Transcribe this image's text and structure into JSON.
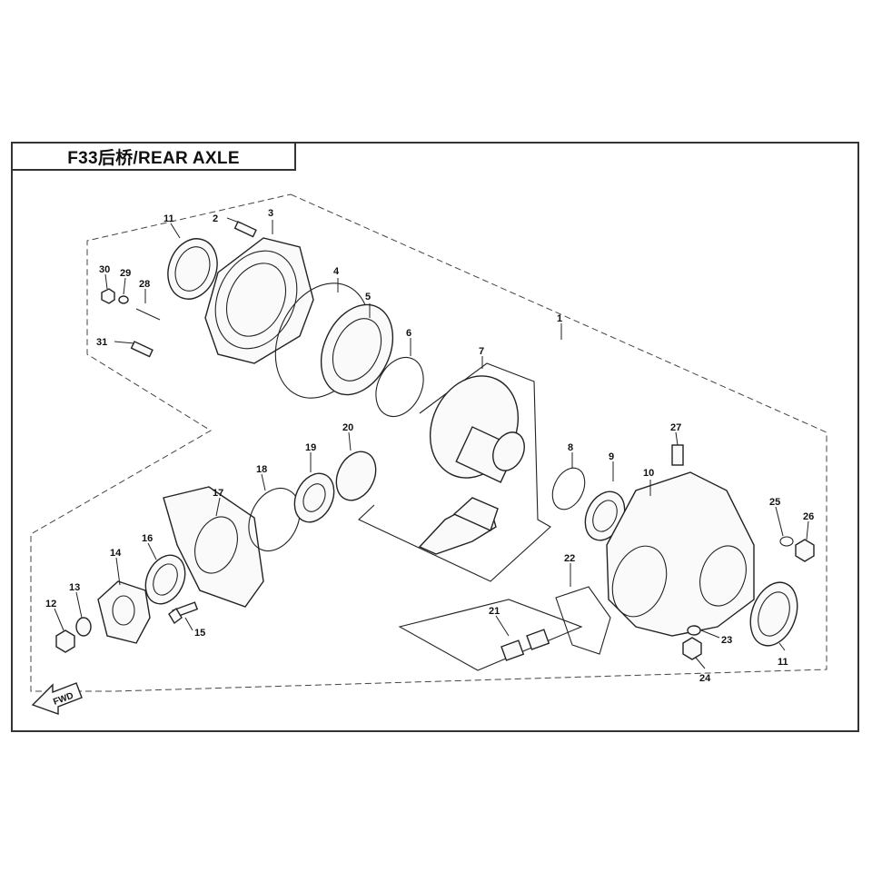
{
  "title": "F33后桥/REAR AXLE",
  "fwd_label": "FWD",
  "callouts": [
    "1",
    "2",
    "3",
    "4",
    "5",
    "6",
    "7",
    "8",
    "9",
    "10",
    "11",
    "12",
    "13",
    "14",
    "15",
    "16",
    "17",
    "18",
    "19",
    "20",
    "21",
    "22",
    "23",
    "24",
    "25",
    "26",
    "27",
    "28",
    "29",
    "30",
    "31",
    "11"
  ]
}
